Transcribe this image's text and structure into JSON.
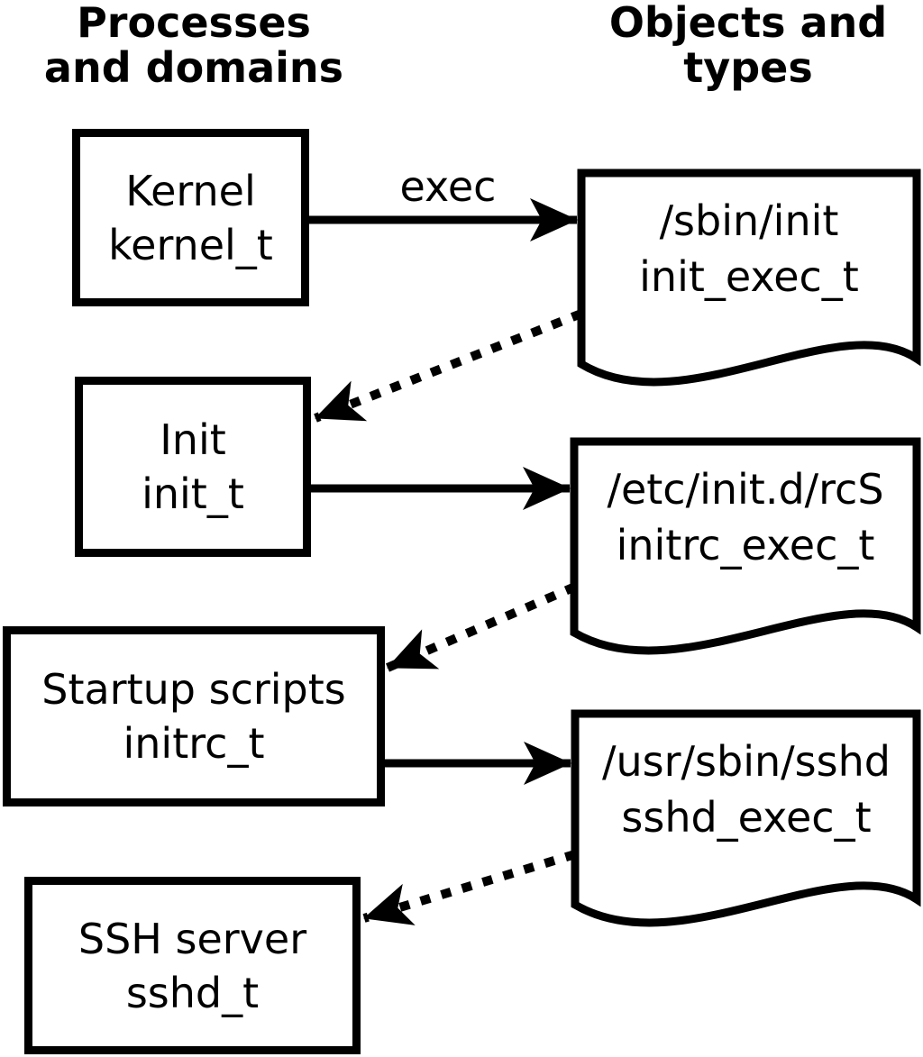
{
  "headers": {
    "left": {
      "line1": "Processes",
      "line2": "and domains"
    },
    "right": {
      "line1": "Objects and",
      "line2": "types"
    }
  },
  "edge_labels": {
    "exec": "exec"
  },
  "processes": [
    {
      "id": "kernel",
      "name": "Kernel",
      "type": "kernel_t"
    },
    {
      "id": "init",
      "name": "Init",
      "type": "init_t"
    },
    {
      "id": "startup-scripts",
      "name": "Startup scripts",
      "type": "initrc_t"
    },
    {
      "id": "ssh-server",
      "name": "SSH server",
      "type": "sshd_t"
    }
  ],
  "objects": [
    {
      "id": "sbin-init",
      "path": "/sbin/init",
      "type": "init_exec_t"
    },
    {
      "id": "etc-initd-rcs",
      "path": "/etc/init.d/rcS",
      "type": "initrc_exec_t"
    },
    {
      "id": "usr-sbin-sshd",
      "path": "/usr/sbin/sshd",
      "type": "sshd_exec_t"
    }
  ],
  "colors": {
    "ink": "#000000",
    "paper": "#ffffff"
  }
}
